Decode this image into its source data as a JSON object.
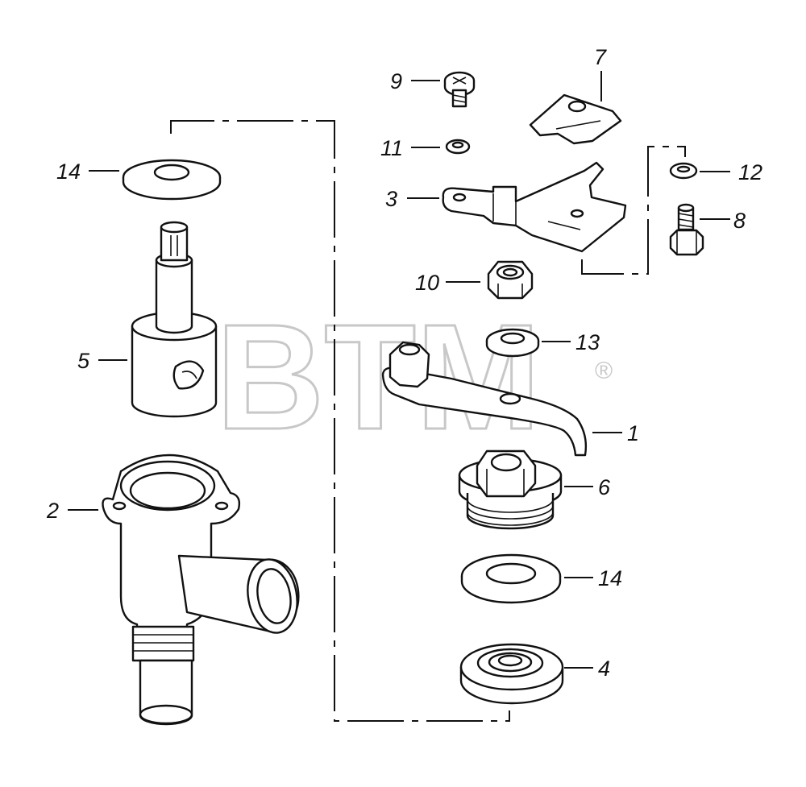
{
  "watermark": {
    "text": "BTM",
    "registered": "®"
  },
  "callouts": {
    "c1": "1",
    "c2": "2",
    "c3": "3",
    "c4": "4",
    "c5": "5",
    "c6": "6",
    "c7": "7",
    "c8": "8",
    "c9": "9",
    "c10": "10",
    "c11": "11",
    "c12": "12",
    "c13": "13",
    "c14a": "14",
    "c14b": "14"
  }
}
